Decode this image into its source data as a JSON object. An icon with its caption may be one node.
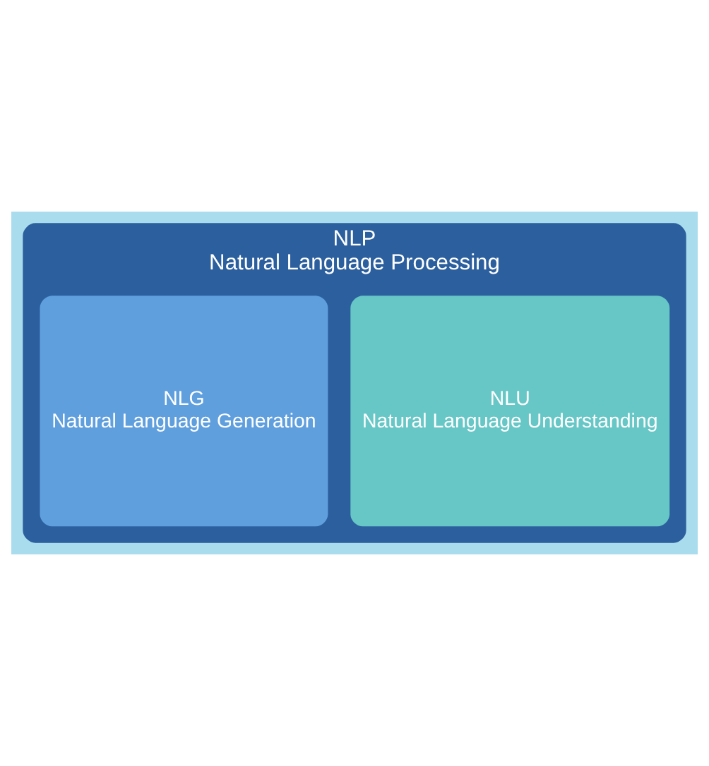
{
  "diagram": {
    "nodes": [
      {
        "text": [
          "NLP",
          "Natural Language Processing"
        ]
      },
      {
        "text": [
          "NLU",
          "Natural Language Understanding"
        ],
        "in": 0
      },
      {
        "text": [
          "NLG",
          "Natural Language Generation"
        ],
        "in": 0
      }
    ]
  }
}
